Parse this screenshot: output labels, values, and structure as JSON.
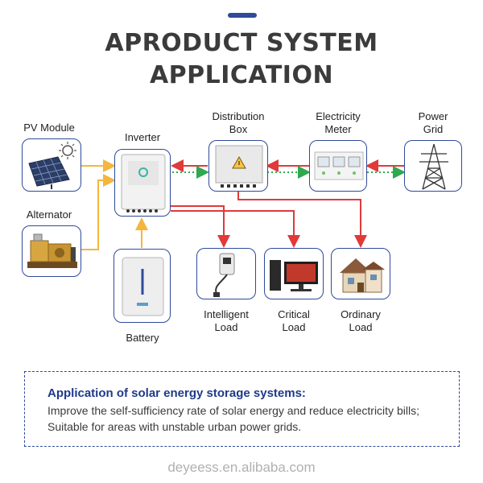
{
  "title_line1": "APRODUCT SYSTEM",
  "title_line2": "APPLICATION",
  "nodes": {
    "pv_module": "PV Module",
    "alternator": "Alternator",
    "inverter": "Inverter",
    "battery": "Battery",
    "distribution_box_1": "Distribution",
    "distribution_box_2": "Box",
    "electricity_meter_1": "Electricity",
    "electricity_meter_2": "Meter",
    "power_grid_1": "Power",
    "power_grid_2": "Grid",
    "intelligent_load_1": "Intelligent",
    "intelligent_load_2": "Load",
    "critical_load_1": "Critical",
    "critical_load_2": "Load",
    "ordinary_load_1": "Ordinary",
    "ordinary_load_2": "Load"
  },
  "info": {
    "heading": "Application of solar energy storage systems:",
    "text": "Improve the self-sufficiency rate of solar energy and reduce electricity bills; Suitable for areas with unstable urban power grids."
  },
  "footer": "deyeess.en.alibaba.com",
  "colors": {
    "accent": "#2f4a9a",
    "arrow_yellow": "#f4b63c",
    "arrow_red": "#e03a3a",
    "arrow_green": "#2fa84f"
  }
}
